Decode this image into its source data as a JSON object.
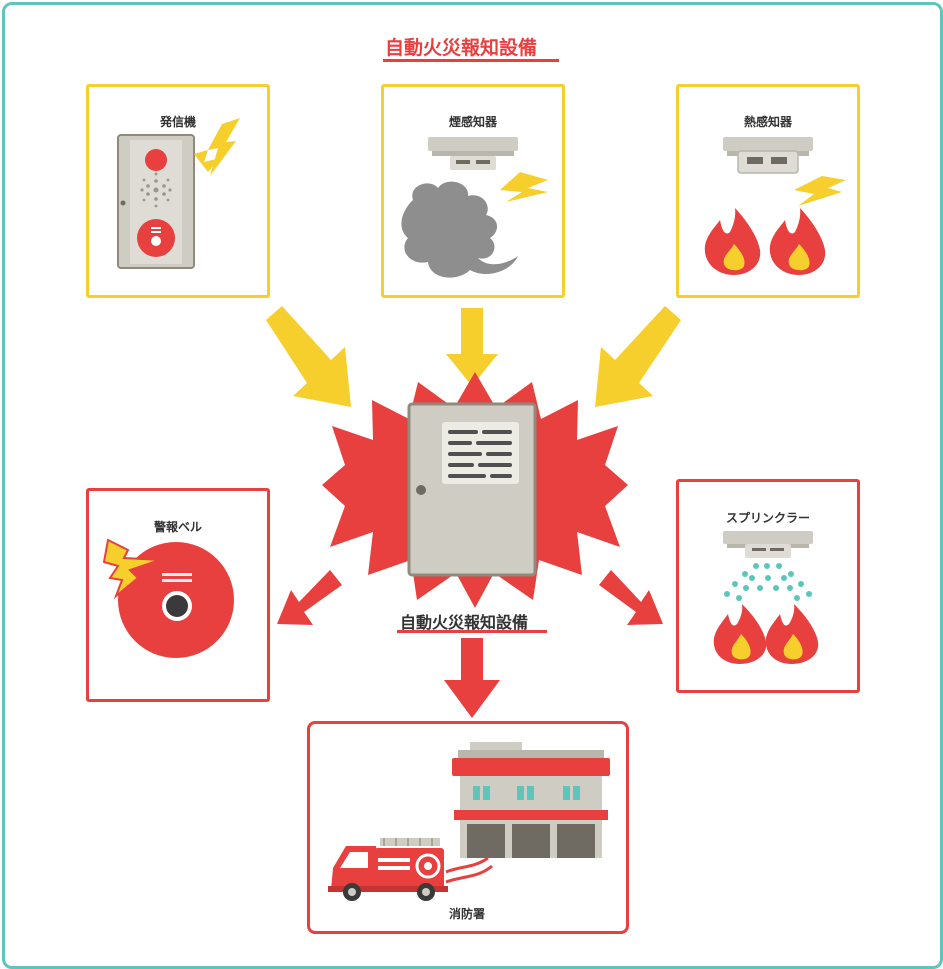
{
  "header": {
    "title": "自動火災報知設備"
  },
  "inputs": [
    {
      "id": "transmitter",
      "label": "発信機"
    },
    {
      "id": "smoke",
      "label": "煙感知器"
    },
    {
      "id": "heat",
      "label": "熱感知器"
    }
  ],
  "center": {
    "label": "自動火災報知設備"
  },
  "outputs": [
    {
      "id": "bell",
      "label": "警報ベル"
    },
    {
      "id": "sprinkler",
      "label": "スプリンクラー"
    },
    {
      "id": "station",
      "label": "消防署"
    }
  ],
  "colors": {
    "frame": "#5cc6bd",
    "yellow": "#f6cf2d",
    "red": "#e8403f",
    "gray": "#cfcdc3"
  }
}
